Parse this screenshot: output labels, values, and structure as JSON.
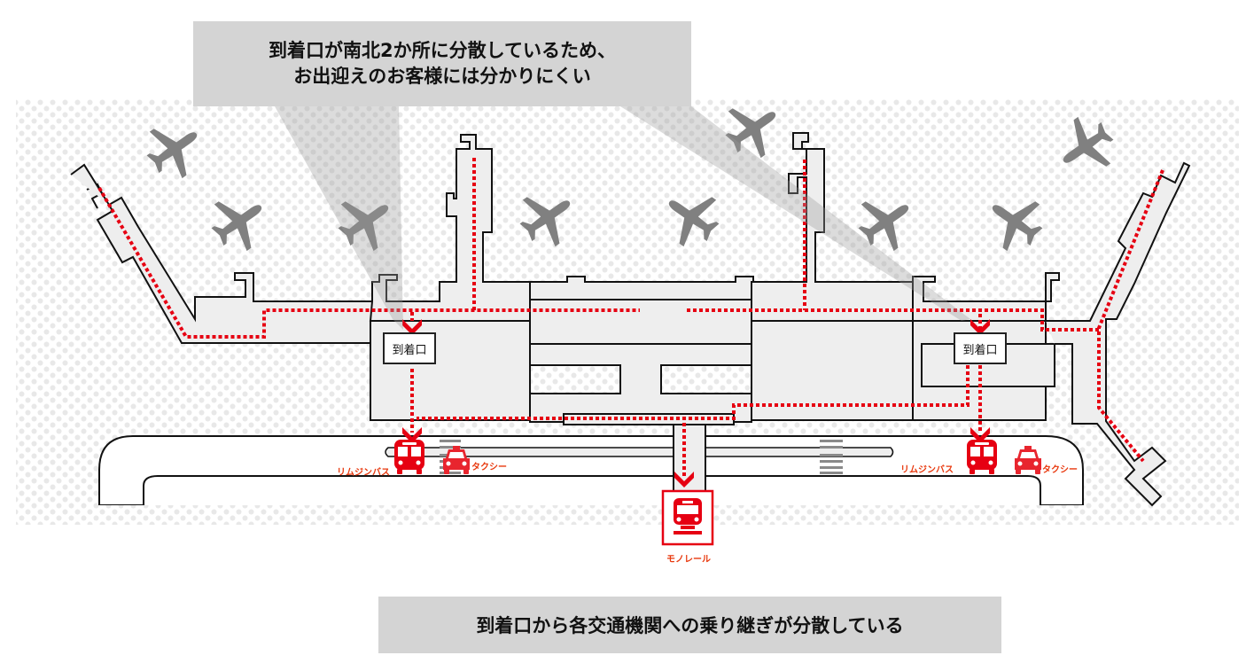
{
  "callouts": {
    "top": {
      "line1": "到着口が南北2か所に分散しているため、",
      "line2": "お出迎えのお客様には分かりにくい"
    },
    "bottom": "到着口から各交通機関への乗り継ぎが分散している"
  },
  "arrival_gates": [
    {
      "label": "到着口",
      "side": "north"
    },
    {
      "label": "到着口",
      "side": "south"
    }
  ],
  "transport": {
    "limousine_bus": "リムジンバス",
    "taxi": "タクシー",
    "monorail": "モノレール"
  },
  "colors": {
    "route": "#e60012",
    "label": "#e8380d",
    "building_fill": "#eeeeee",
    "building_stroke": "#111111",
    "plane": "#808080",
    "callout_bg": "#d4d4d4",
    "apron_dots": "#e6e6e6"
  }
}
